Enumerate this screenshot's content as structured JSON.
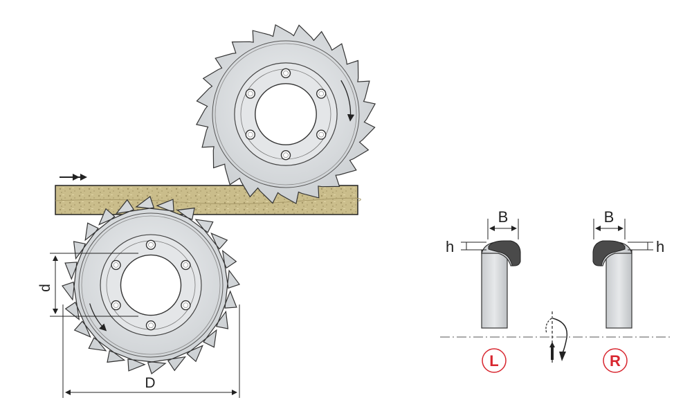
{
  "dimensions": {
    "outer_diameter": "D",
    "bore_diameter": "d",
    "tooth_width": "B",
    "tooth_height": "h"
  },
  "tooth_detail": {
    "left": {
      "badge": "L",
      "width_label": "B",
      "height_label": "h"
    },
    "right": {
      "badge": "R",
      "width_label": "B",
      "height_label": "h"
    }
  },
  "colors": {
    "badge_red": "#d8262f",
    "blade_face": "#dcdee0",
    "board_wood": "#c9bc8a",
    "carbide_tip": "#4a4a4a"
  },
  "icons": {
    "feed_direction": "double-arrow-right-icon",
    "upper_rotation": "rotation-arrow-icon",
    "lower_rotation": "rotation-arrow-icon",
    "reversal": "rotation-reverse-icon"
  }
}
